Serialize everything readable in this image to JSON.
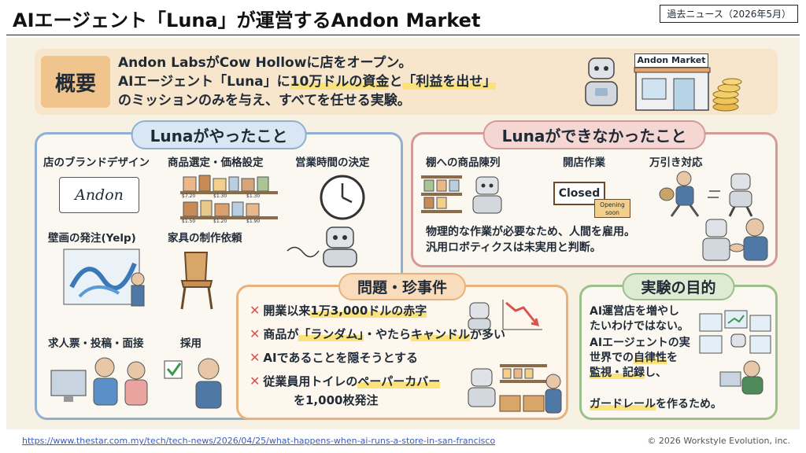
{
  "header": {
    "title": "AIエージェント「Luna」が運営するAndon Market",
    "news_tag": "過去ニュース（2026年5月）"
  },
  "overview": {
    "label": "概要",
    "line1": "Andon LabsがCow Hollowに店をオープン。",
    "line2_pre": "AIエージェント「Luna」に",
    "line2_hl1": "10万ドルの資金",
    "line2_mid": "と",
    "line2_hl2": "「利益を出せ」",
    "line3": "のミッションのみを与え、すべてを任せる実験。",
    "store_sign": "Andon Market"
  },
  "did": {
    "heading": "Lunaがやったこと",
    "brand_design": "店のブランドデザイン",
    "logo_text": "Andon",
    "product_pricing": "商品選定・価格設定",
    "price_tags": [
      "$7.20",
      "$1.30",
      "$1.30",
      "$1.50",
      "$1.20",
      "$1.90"
    ],
    "business_hours": "営業時間の決定",
    "mural": "壁画の発注(Yelp)",
    "furniture": "家具の制作依頼",
    "hiring_posts": "求人票・投稿・面接",
    "hiring": "採用"
  },
  "couldnt": {
    "heading": "Lunaができなかったこと",
    "shelving": "棚への商品陳列",
    "opening": "開店作業",
    "closed_sign": "Closed",
    "opening_soon": "Opening soon",
    "shoplifting": "万引き対応",
    "line1": "物理的な作業が必要なため、人間を雇用。",
    "line2": "汎用ロボティクスは未実用と判断。"
  },
  "problems": {
    "heading": "問題・珍事件",
    "row1_pre": "開業以来",
    "row1_hl": "1万3,000ドルの赤字",
    "row2_pre": "商品が",
    "row2_hl1": "「ランダム」",
    "row2_mid": "・やたら",
    "row2_hl2": "キャンドル",
    "row2_post": "が多い",
    "row3": "AIであることを隠そうとする",
    "row4_pre": "従業員用トイレの",
    "row4_hl": "ペーパーカバー",
    "row5": "を1,000枚発注"
  },
  "purpose": {
    "heading": "実験の目的",
    "line1": "AI運営店を増やしたいわけではない。",
    "line2": "AIエージェントの実世界での",
    "line2_hl": "自律性",
    "line2_post": "を",
    "line3_hl": "監視・記録",
    "line3_post": "し、",
    "line4_hl": "ガードレール",
    "line4_post": "を作るため。"
  },
  "footer": {
    "url": "https://www.thestar.com.my/tech/tech-news/2026/04/25/what-happens-when-ai-runs-a-store-in-san-francisco",
    "copyright": "© 2026 Workstyle Evolution, inc."
  },
  "colors": {
    "did_border": "#8fb0d0",
    "couldnt_border": "#d49a98",
    "problems_border": "#e7b27e",
    "purpose_border": "#9bc08b",
    "highlight": "#fbe27a",
    "x_mark": "#d9534f"
  }
}
